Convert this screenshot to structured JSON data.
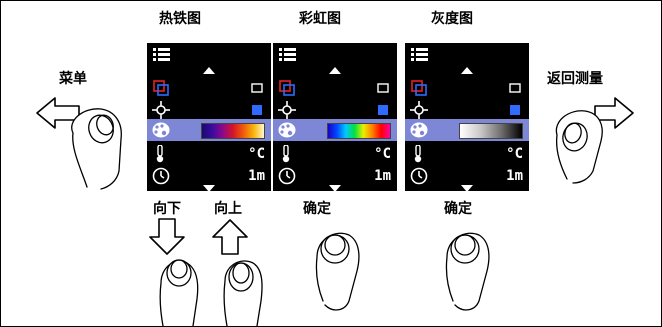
{
  "labels": {
    "ironbow": "热铁图",
    "rainbow": "彩虹图",
    "grayscale": "灰度图",
    "menu": "菜单",
    "return_measure": "返回测量",
    "down": "向下",
    "up": "向上",
    "confirm": "确定"
  },
  "screens": [
    {
      "name": "ironbow",
      "palette_gradient": "linear-gradient(90deg,#1a0a6e,#3a0aa0,#8a0a8a,#d4142a,#f05a0a,#f8b40a,#fff8c8)",
      "temp_unit": "°C",
      "interval": "1m"
    },
    {
      "name": "rainbow",
      "palette_gradient": "linear-gradient(90deg,#1a00c8,#0048ff,#00c8ff,#00e040,#e8f000,#ff8000,#ff0000,#ff00a0)",
      "temp_unit": "°C",
      "interval": "1m"
    },
    {
      "name": "grayscale",
      "palette_gradient": "linear-gradient(90deg,#ffffff,#c8c8c8,#6e6e6e,#000000)",
      "temp_unit": "°C",
      "interval": "1m"
    }
  ],
  "colors": {
    "selected_row": "#7E86D6",
    "accent_blue": "#2F6BFF",
    "accent_red": "#E8202A"
  }
}
